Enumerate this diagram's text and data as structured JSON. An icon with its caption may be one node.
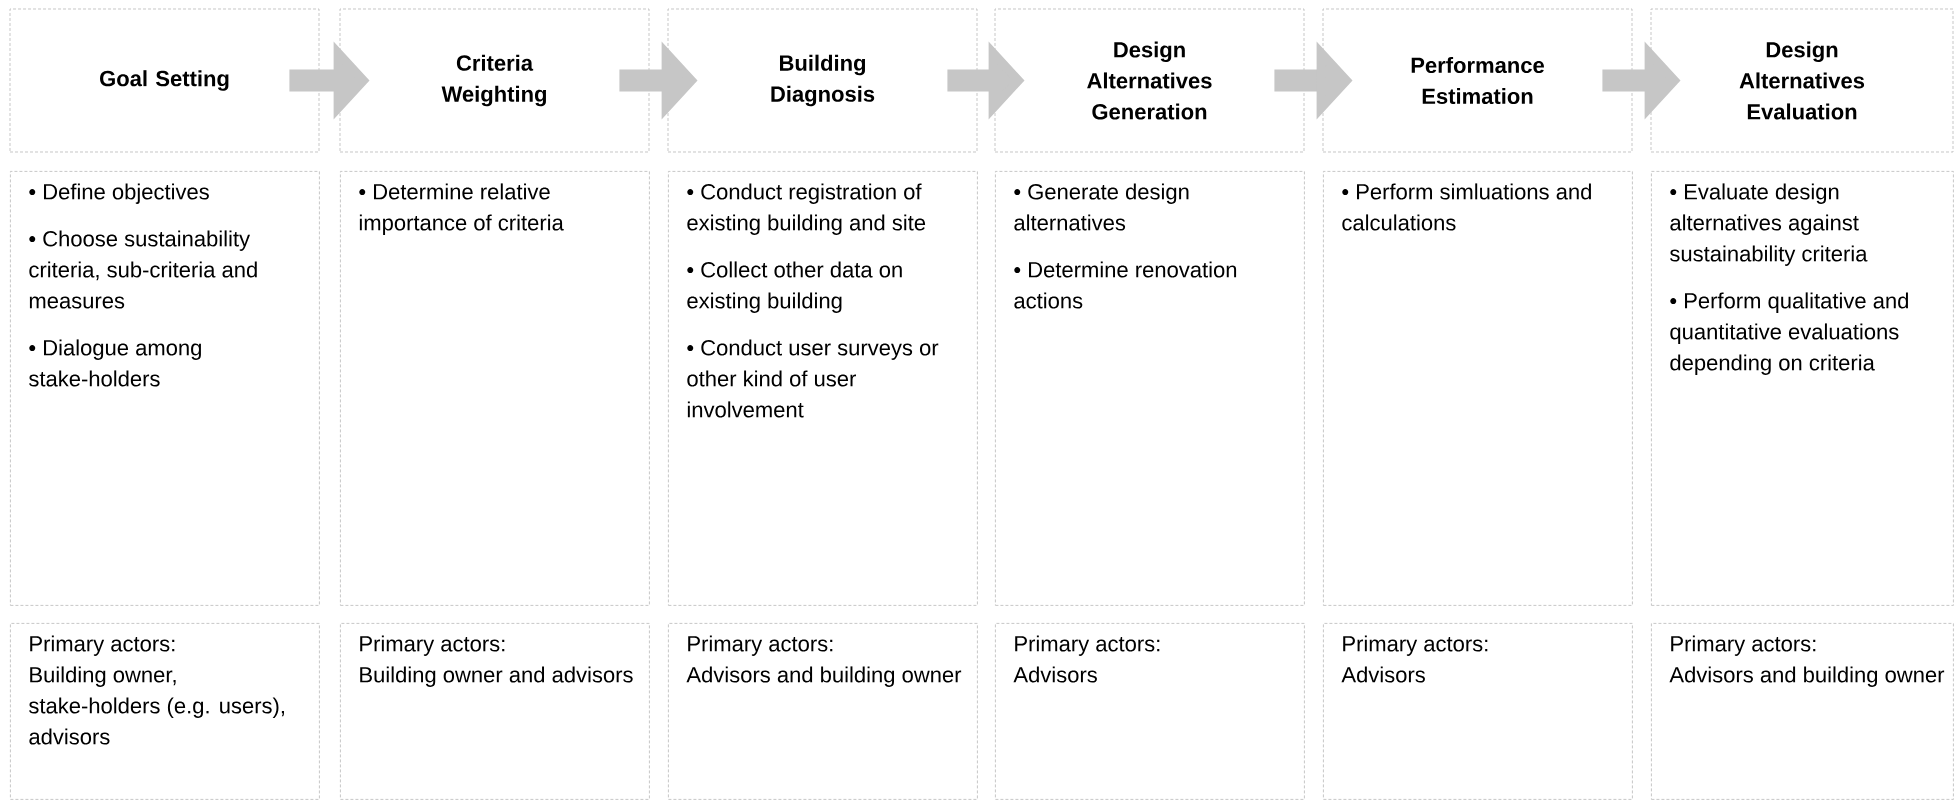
{
  "diagram": {
    "nodes": [
      {
        "text": [
          "Goal Setting"
        ]
      },
      {
        "text": [
          "Criteria Weighting"
        ]
      },
      {
        "text": [
          "Building Diagnosis"
        ]
      },
      {
        "text": [
          "Design Alternatives Generation"
        ]
      },
      {
        "text": [
          "Performance Estimation"
        ]
      },
      {
        "text": [
          "Design Alternatives Evaluation"
        ]
      },
      {
        "text": [
          "• Define objectives",
          "• Choose sustainability criteria, sub-criteria and measures",
          "• Dialogue among stake-holders"
        ]
      },
      {
        "text": [
          "• Determine relative importance of criteria"
        ]
      },
      {
        "text": [
          "• Conduct registration of existing building and site",
          "• Collect other data on existing building",
          "• Conduct user surveys or other kind of user involvement"
        ]
      },
      {
        "text": [
          "• Generate design alternatives",
          "• Determine renovation actions"
        ]
      },
      {
        "text": [
          "• Perform simluations and calculations"
        ]
      },
      {
        "text": [
          "• Evaluate design alternatives against sustainability criteria",
          "• Perform qualitative and quantitative evaluations depending on criteria"
        ]
      },
      {
        "text": [
          "Primary actors:",
          "Building owner, stake-holders (e.g. users), advisors"
        ]
      },
      {
        "text": [
          "Primary actors:",
          "Building owner and advisors"
        ]
      },
      {
        "text": [
          "Primary actors:",
          "Advisors and building owner"
        ]
      },
      {
        "text": [
          "Primary actors:",
          "Advisors"
        ]
      },
      {
        "text": [
          "Primary actors:",
          "Advisors"
        ]
      },
      {
        "text": [
          "Primary actors:",
          "Advisors and building owner"
        ]
      }
    ],
    "edges": [
      {
        "from": 0,
        "to": 1,
        "arrow": "to"
      },
      {
        "from": 1,
        "to": 2,
        "arrow": "to"
      },
      {
        "from": 2,
        "to": 3,
        "arrow": "to"
      },
      {
        "from": 3,
        "to": 4,
        "arrow": "to"
      },
      {
        "from": 4,
        "to": 5,
        "arrow": "to"
      }
    ]
  }
}
